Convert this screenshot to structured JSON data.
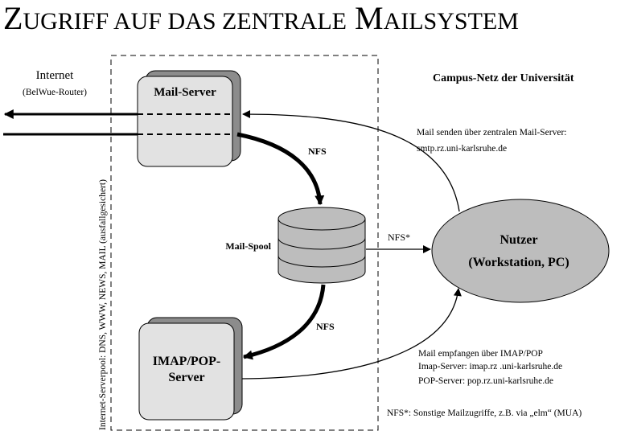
{
  "title": {
    "first_big": "Z",
    "first_rest": "UGRIFF AUF DAS ZENTRALE",
    "second_big": "M",
    "second_rest": "AILSYSTEM"
  },
  "internet": {
    "label": "Internet",
    "sublabel": "(BelWue-Router)"
  },
  "campus_label": "Campus-Netz der Universität",
  "serverpool_label": "Internet-Serverpool: DNS, WWW, NEWS, MAIL (ausfallgesichert)",
  "mail_server": {
    "label": "Mail-Server"
  },
  "imap_server": {
    "line1": "IMAP/POP-",
    "line2": "Server"
  },
  "mail_spool": {
    "label": "Mail-Spool"
  },
  "user": {
    "line1": "Nutzer",
    "line2": "(Workstation, PC)"
  },
  "arrows": {
    "nfs_top": "NFS",
    "nfs_bottom": "NFS",
    "nfs_star": "NFS*"
  },
  "send_info": {
    "line1": "Mail senden über zentralen Mail-Server:",
    "line2": "smtp.rz.uni-karlsruhe.de"
  },
  "receive_info": {
    "line1": "Mail empfangen über IMAP/POP",
    "line2": "Imap-Server: imap.rz .uni-karlsruhe.de",
    "line3": "POP-Server: pop.rz.uni-karlsruhe.de"
  },
  "footnote": "NFS*: Sonstige Mailzugriffe, z.B. via „elm“ (MUA)",
  "colors": {
    "box_fill": "#e2e2e2",
    "box_shadow": "#8c8c8c",
    "ellipse_fill": "#bdbdbd",
    "stroke": "#000000"
  }
}
